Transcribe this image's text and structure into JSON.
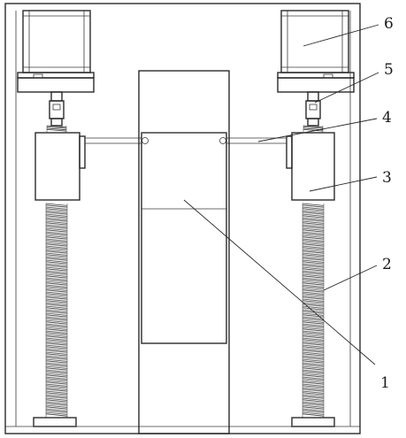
{
  "diagram": {
    "callouts": [
      {
        "id": "c1",
        "label": "1",
        "part": "center-column"
      },
      {
        "id": "c2",
        "label": "2",
        "part": "lead-screw"
      },
      {
        "id": "c3",
        "label": "3",
        "part": "slider-block"
      },
      {
        "id": "c4",
        "label": "4",
        "part": "connecting-rod"
      },
      {
        "id": "c5",
        "label": "5",
        "part": "coupling"
      },
      {
        "id": "c6",
        "label": "6",
        "part": "motor"
      }
    ],
    "stroke_color": "#2a2a2a",
    "background": "#ffffff"
  }
}
